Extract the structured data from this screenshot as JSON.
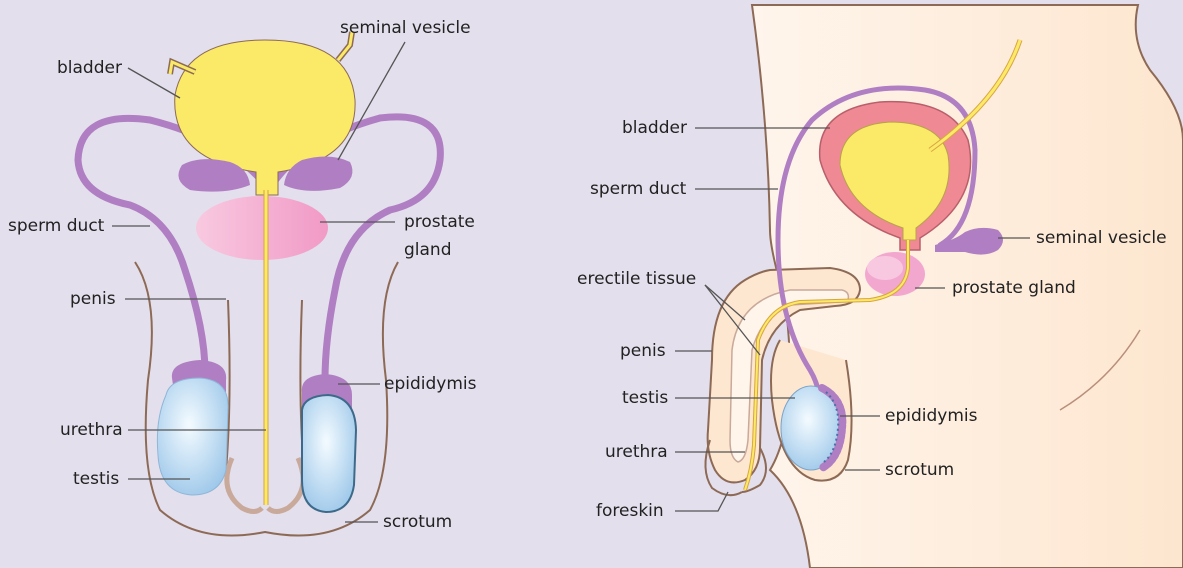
{
  "front_view": {
    "labels": {
      "bladder": "bladder",
      "seminal_vesicle": "seminal vesicle",
      "sperm_duct": "sperm duct",
      "prostate_line1": "prostate",
      "prostate_line2": "gland",
      "penis": "penis",
      "epididymis": "epididymis",
      "urethra": "urethra",
      "testis": "testis",
      "scrotum": "scrotum"
    }
  },
  "side_view": {
    "labels": {
      "bladder": "bladder",
      "sperm_duct": "sperm duct",
      "seminal_vesicle": "seminal vesicle",
      "erectile_tissue": "erectile tissue",
      "prostate_gland": "prostate gland",
      "penis": "penis",
      "testis": "testis",
      "epididymis": "epididymis",
      "urethra": "urethra",
      "scrotum": "scrotum",
      "foreskin": "foreskin"
    }
  },
  "colors": {
    "background": "#e3dfec",
    "body_skin": "#fdeedd",
    "bladder_yellow": "#fbe968",
    "duct_purple": "#b07ec2",
    "prostate_pink": "#f4b6d6",
    "bladder_wall_red": "#ef8a95",
    "testis_blue": "#b8d7ef",
    "outline_brown": "#8d6a55"
  }
}
